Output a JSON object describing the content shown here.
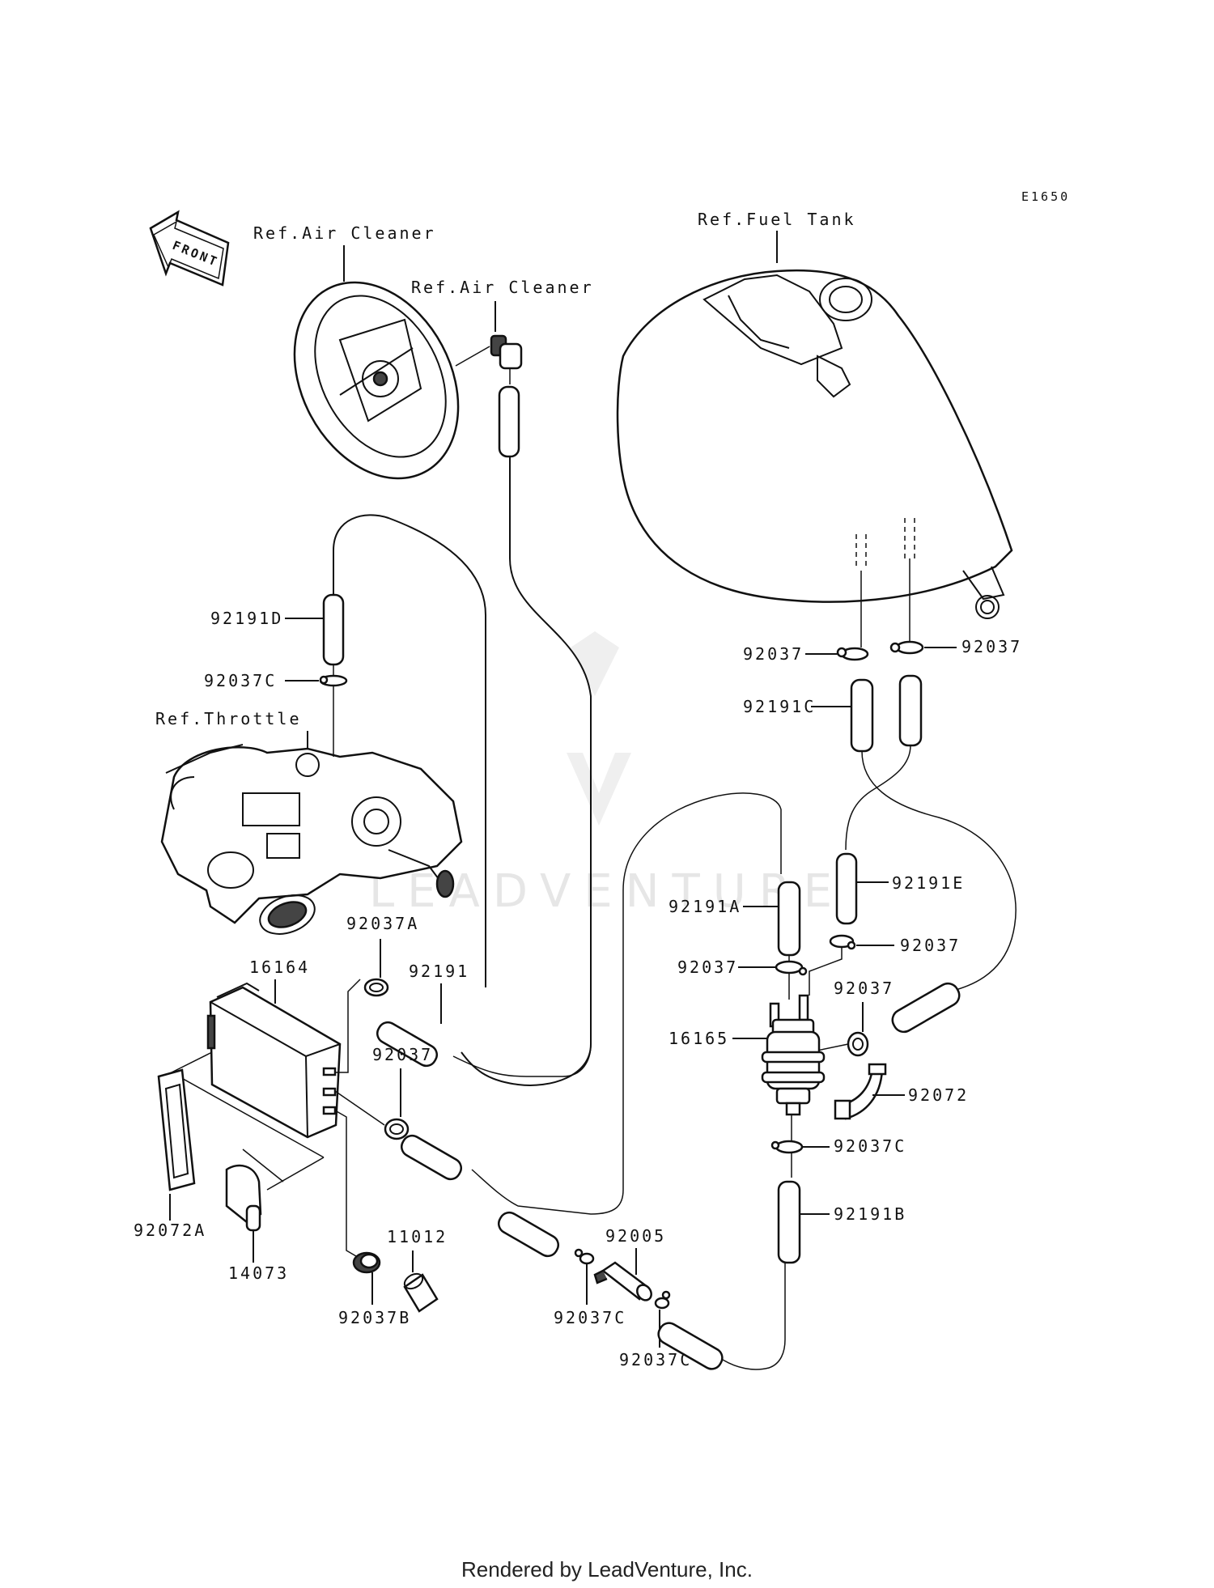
{
  "diagram_code": "E1650",
  "front_label": "FRONT",
  "refs": {
    "air_cleaner_main": "Ref.Air Cleaner",
    "air_cleaner_fitting": "Ref.Air Cleaner",
    "fuel_tank": "Ref.Fuel Tank",
    "throttle": "Ref.Throttle"
  },
  "parts": {
    "hose_92191D": "92191D",
    "clamp_92037C_top": "92037C",
    "clamp_92037A": "92037A",
    "canister_16164": "16164",
    "hose_92191": "92191",
    "clamp_92037_canister": "92037",
    "band_92072A": "92072A",
    "hose_14073": "14073",
    "clamp_92037B": "92037B",
    "cap_11012": "11012",
    "clamp_92037C_left": "92037C",
    "fitting_92005": "92005",
    "clamp_92037C_right": "92037C",
    "clamp_92037_tank_left": "92037",
    "clamp_92037_tank_right": "92037",
    "hose_92191C": "92191C",
    "hose_92191E": "92191E",
    "clamp_92037_filter_right": "92037",
    "hose_92191A": "92191A",
    "clamp_92037_filter_left": "92037",
    "clamp_92037_filter_side": "92037",
    "filter_16165": "16165",
    "bracket_92072": "92072",
    "clamp_92037C_filter_bottom": "92037C",
    "hose_92191B": "92191B"
  },
  "watermark": "LEADVENTURE",
  "footer": "Rendered by LeadVenture, Inc."
}
